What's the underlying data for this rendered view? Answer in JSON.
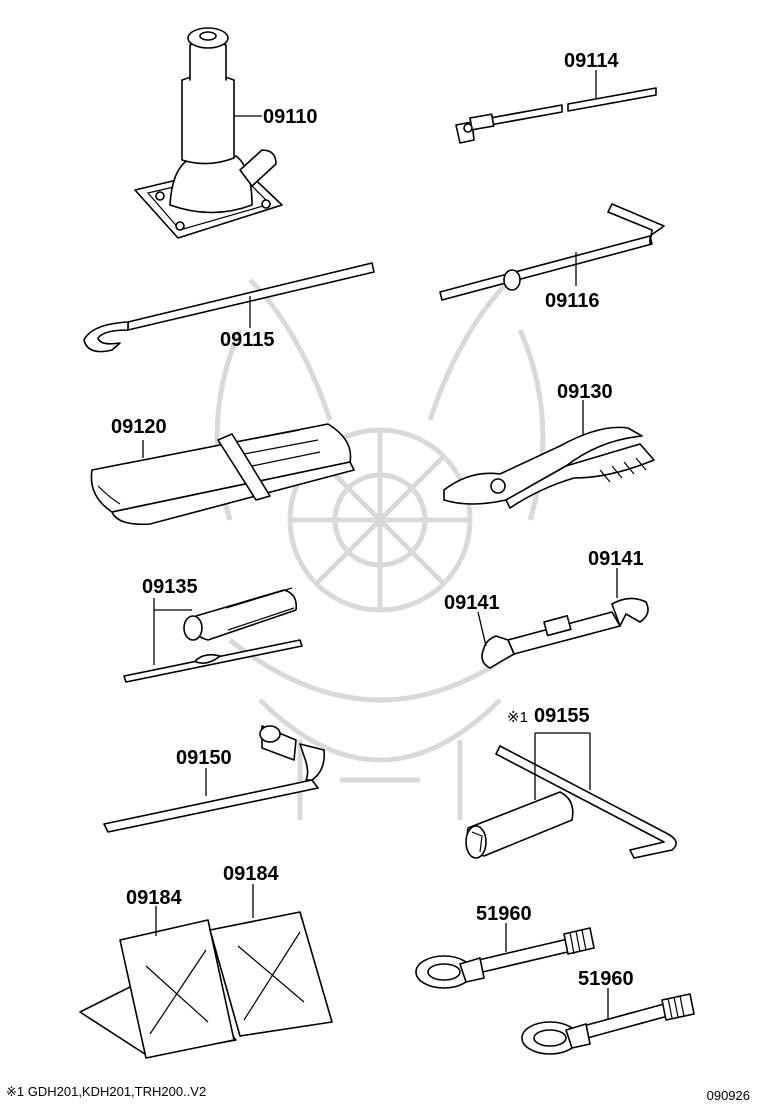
{
  "labels": {
    "p09110": "09110",
    "p09114": "09114",
    "p09115": "09115",
    "p09116": "09116",
    "p09120": "09120",
    "p09130": "09130",
    "p09135": "09135",
    "p09141a": "09141",
    "p09141b": "09141",
    "p09150": "09150",
    "p09155_mark": "※1",
    "p09155": "09155",
    "p09184a": "09184",
    "p09184b": "09184",
    "p51960a": "51960",
    "p51960b": "51960"
  },
  "footer": {
    "note": "※1 GDH201,KDH201,TRH200..V2",
    "code": "090926"
  }
}
